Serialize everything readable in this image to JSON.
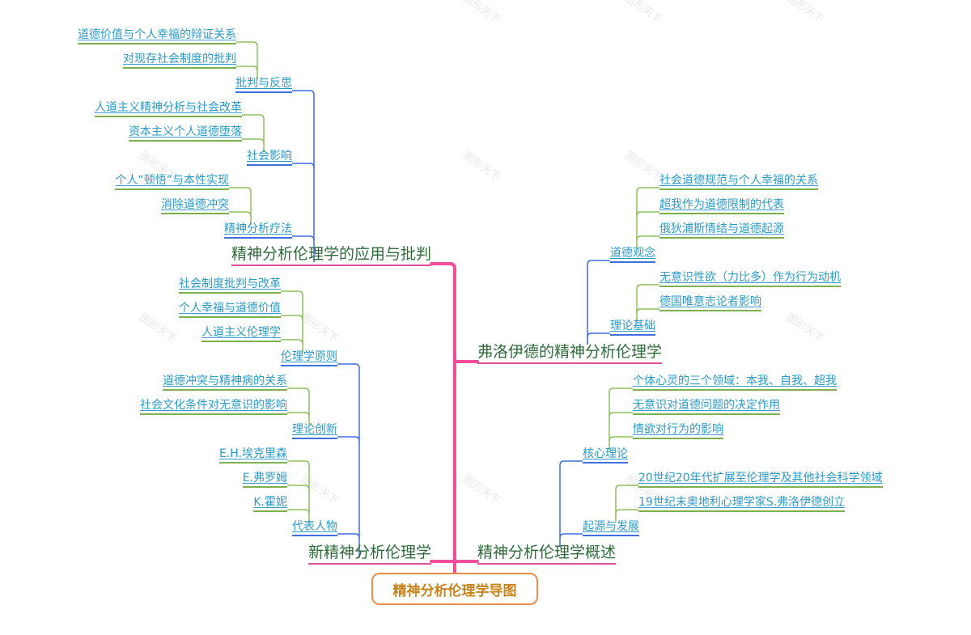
{
  "root": {
    "label": "精神分析伦理学导图"
  },
  "watermark": "图形天下",
  "colors": {
    "trunk": "#f24c9b",
    "level1_underline": "#e0509a",
    "level1_text": "#2f6b3a",
    "level2_line": "#3d6fe0",
    "level3_line": "#8fbf5a",
    "link_text": "#2a9bc8",
    "root_border": "#f08b4a",
    "root_text": "#c8841a"
  },
  "branches": [
    {
      "label": "精神分析伦理学的应用与批判",
      "side": "left",
      "children": [
        {
          "label": "批判与反思",
          "children": [
            "道德价值与个人幸福的辩证关系",
            "对现存社会制度的批判"
          ]
        },
        {
          "label": "社会影响",
          "children": [
            "人道主义精神分析与社会改革",
            "资本主义个人道德堕落"
          ]
        },
        {
          "label": "精神分析疗法",
          "children": [
            "个人“顿悟”与本性实现",
            "消除道德冲突"
          ]
        }
      ]
    },
    {
      "label": "新精神分析伦理学",
      "side": "left",
      "children": [
        {
          "label": "伦理学原则",
          "children": [
            "社会制度批判与改革",
            "个人幸福与道德价值",
            "人道主义伦理学"
          ]
        },
        {
          "label": "理论创新",
          "children": [
            "道德冲突与精神病的关系",
            "社会文化条件对无意识的影响"
          ]
        },
        {
          "label": "代表人物",
          "children": [
            "E.H.埃克里森",
            "E.弗罗姆",
            "K.霍妮"
          ]
        }
      ]
    },
    {
      "label": "弗洛伊德的精神分析伦理学",
      "side": "right",
      "children": [
        {
          "label": "道德观念",
          "children": [
            "社会道德规范与个人幸福的关系",
            "超我作为道德限制的代表",
            "俄狄浦斯情结与道德起源"
          ]
        },
        {
          "label": "理论基础",
          "children": [
            "无意识性欲（力比多）作为行为动机",
            "德国唯意志论者影响"
          ]
        }
      ]
    },
    {
      "label": "精神分析伦理学概述",
      "side": "right",
      "children": [
        {
          "label": "核心理论",
          "children": [
            "个体心灵的三个领域：本我、自我、超我",
            "无意识对道德问题的决定作用",
            "情欲对行为的影响"
          ]
        },
        {
          "label": "起源与发展",
          "children": [
            "20世纪20年代扩展至伦理学及其他社会科学领域",
            "19世纪末奥地利心理学家S.弗洛伊德创立"
          ]
        }
      ]
    }
  ]
}
